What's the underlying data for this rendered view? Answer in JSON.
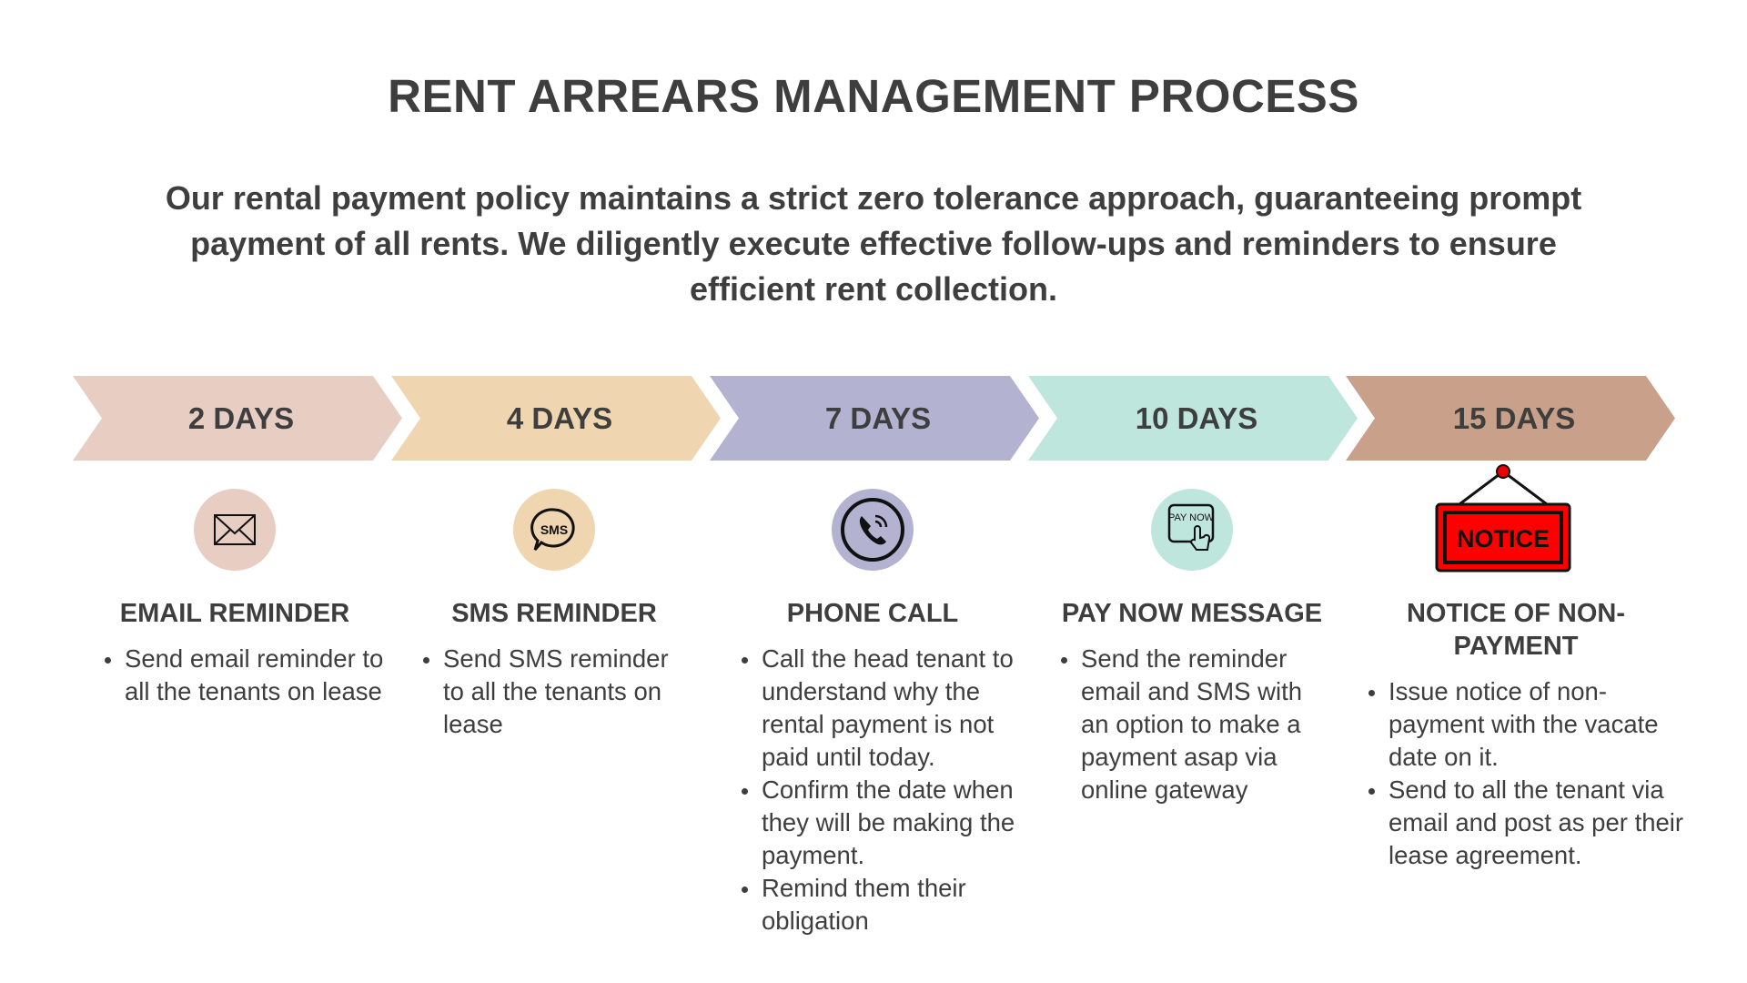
{
  "title": "RENT ARREARS MANAGEMENT PROCESS",
  "intro": "Our rental payment policy maintains a strict zero tolerance approach, guaranteeing prompt payment of all rents. We diligently execute effective follow-ups and reminders to ensure efficient rent collection.",
  "steps": [
    {
      "days": "2 DAYS",
      "color": "#E8CDC3",
      "icon": "envelope-icon",
      "heading": "EMAIL REMINDER",
      "bullets": [
        "Send email reminder to all the tenants on lease"
      ]
    },
    {
      "days": "4 DAYS",
      "color": "#F0D6B0",
      "icon": "sms-bubble-icon",
      "icon_text": "SMS",
      "heading": "SMS REMINDER",
      "bullets": [
        "Send SMS reminder to all the tenants on lease"
      ]
    },
    {
      "days": "7 DAYS",
      "color": "#B3B3D1",
      "icon": "phone-icon",
      "heading": "PHONE CALL",
      "bullets": [
        "Call the head tenant to understand why the rental payment is not paid until today.",
        "Confirm the date when they will be making the payment.",
        "Remind them their obligation"
      ]
    },
    {
      "days": "10 DAYS",
      "color": "#BEE6DD",
      "icon": "pay-now-icon",
      "icon_text": "PAY NOW",
      "heading": "PAY NOW MESSAGE",
      "bullets": [
        "Send the reminder email and SMS with an option to make a payment asap via online gateway"
      ]
    },
    {
      "days": "15 DAYS",
      "color": "#C9A18A",
      "icon": "notice-sign-icon",
      "icon_text": "NOTICE",
      "heading": "NOTICE OF NON-PAYMENT",
      "bullets": [
        "Issue notice of non-payment with the vacate date on it.",
        "Send to all the tenant via email and post as per their lease agreement."
      ]
    }
  ]
}
